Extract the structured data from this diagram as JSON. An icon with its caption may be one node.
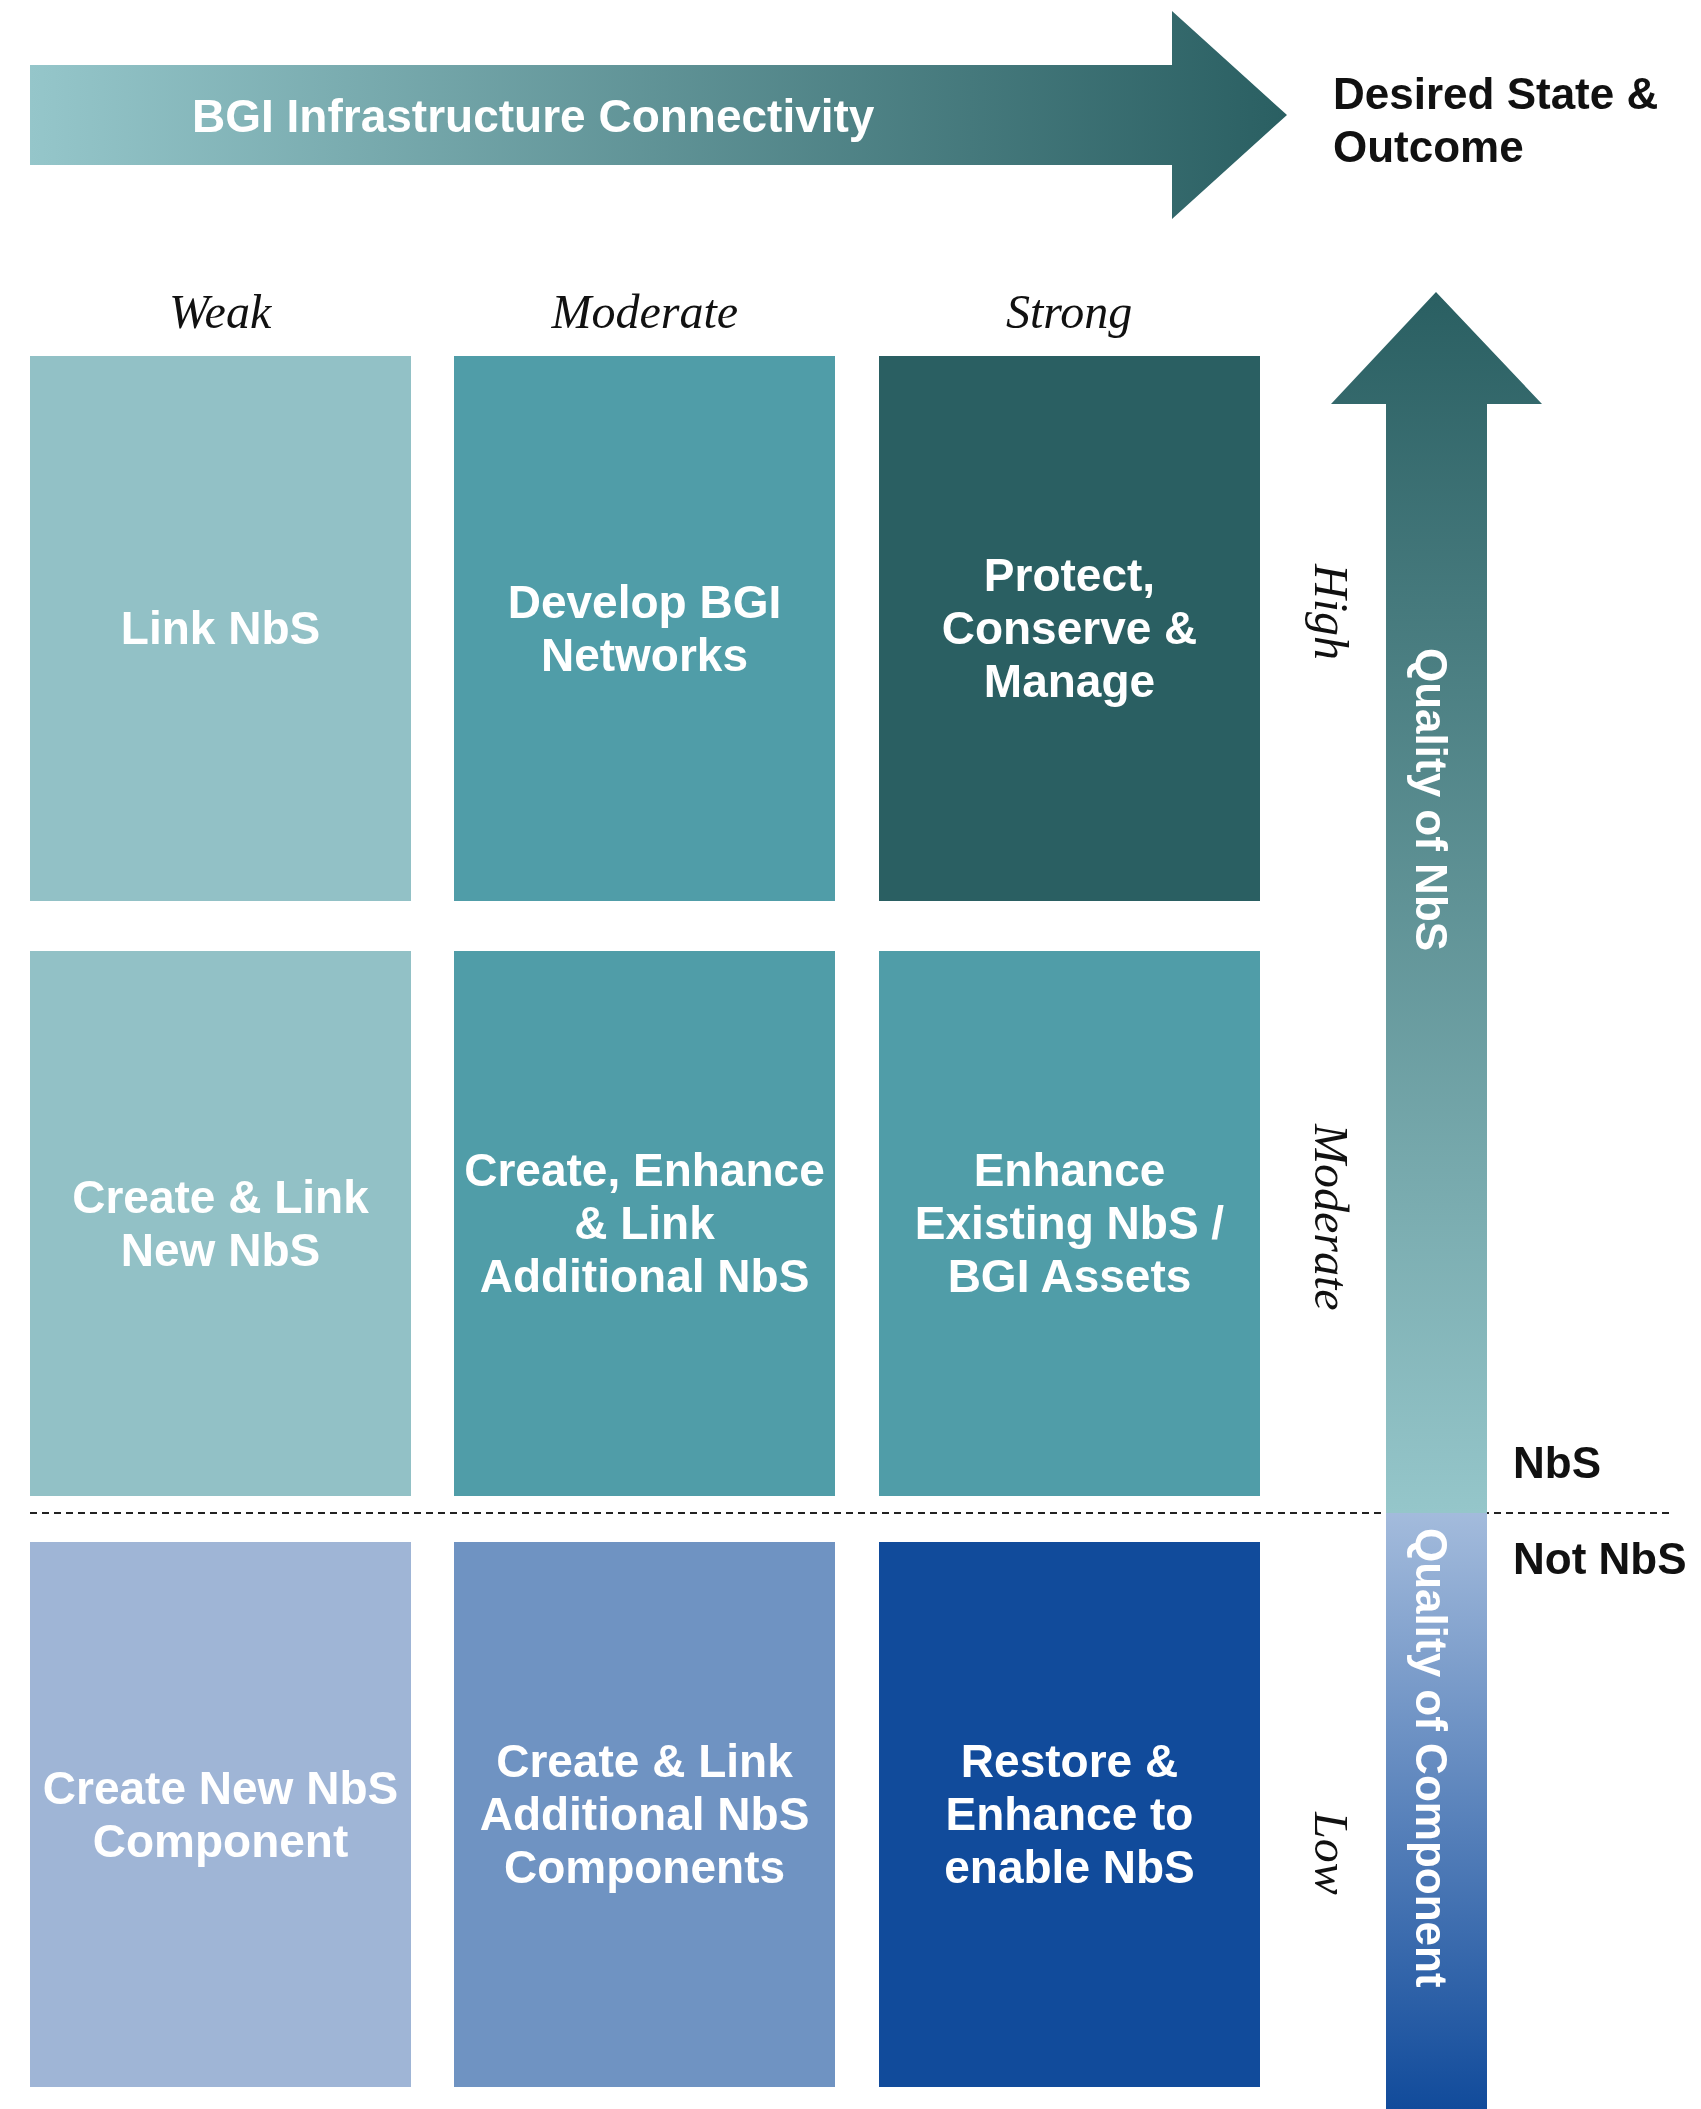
{
  "diagram": {
    "nodes": [
      {
        "text": [
          "BGI Infrastructure Connectivity"
        ]
      },
      {
        "text": [
          "Quality of NbS",
          "Quality of Component"
        ]
      },
      {
        "text": [
          "Link NbS"
        ]
      },
      {
        "text": [
          "Develop BGI Networks"
        ]
      },
      {
        "text": [
          "Protect, Conserve & Manage"
        ]
      },
      {
        "text": [
          "Create & Link New NbS"
        ]
      },
      {
        "text": [
          "Create, Enhance & Link Additional NbS"
        ]
      },
      {
        "text": [
          "Enhance Existing NbS / BGI Assets"
        ]
      },
      {
        "text": [
          "Create New NbS Component"
        ]
      },
      {
        "text": [
          "Create & Link Additional NbS Components"
        ]
      },
      {
        "text": [
          "Restore & Enhance to enable NbS"
        ]
      }
    ],
    "labels": [
      "Desired State & Outcome",
      "Weak",
      "Moderate",
      "Strong",
      "High",
      "Moderate",
      "Low",
      "NbS",
      "Not NbS"
    ]
  }
}
